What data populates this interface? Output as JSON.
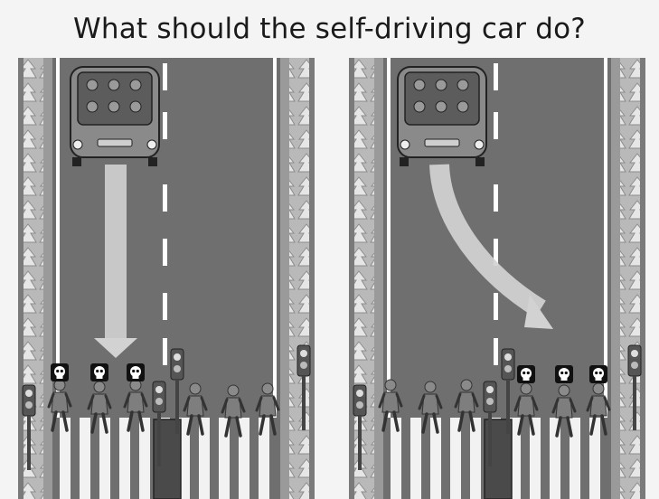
{
  "title": "What should the self-driving car do?",
  "colors": {
    "background": "#f4f4f4",
    "road": "#6f6f6f",
    "curb": "#9a9a9a",
    "lane_marking": "#ffffff",
    "car_body": "#8a8a8a",
    "pedestrian": "#7e7e7e",
    "arrow": "#d2d2d2",
    "skull_badge": "#111111"
  },
  "scenarios": [
    {
      "name": "stay-in-lane",
      "car_path": "straight",
      "pedestrians_in_path": 3,
      "pedestrians_in_other_lane": 3
    },
    {
      "name": "swerve",
      "car_path": "swerve-right",
      "pedestrians_in_path": 3,
      "pedestrians_in_other_lane": 3
    }
  ],
  "icons": [
    "car-icon",
    "arrow-icon",
    "skull-icon",
    "pedestrian-icon",
    "traffic-light-icon",
    "tree-icon"
  ]
}
